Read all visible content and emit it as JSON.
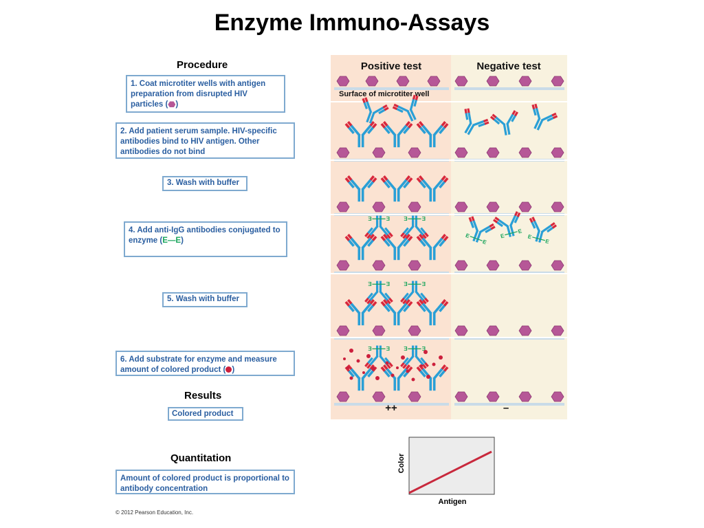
{
  "title": "Enzyme Immuno-Assays",
  "procedure": {
    "heading": "Procedure",
    "steps": [
      {
        "text": "1. Coat microtiter wells with antigen preparation from disrupted HIV particles (",
        "suffix": ")"
      },
      {
        "text": "2. Add patient serum sample. HIV-specific antibodies bind to HIV antigen. Other antibodies do not bind"
      },
      {
        "text": "3. Wash with buffer"
      },
      {
        "text": "4. Add anti-IgG antibodies conjugated to enzyme (",
        "glyph": "E—E",
        "suffix": ")"
      },
      {
        "text": "5. Wash with buffer"
      },
      {
        "text": "6. Add substrate for enzyme and measure amount of colored product (",
        "suffix": ")"
      }
    ]
  },
  "results": {
    "heading": "Results",
    "box": "Colored product"
  },
  "quantitation": {
    "heading": "Quantitation",
    "box": "Amount of colored product is proportional to antibody concentration"
  },
  "panel": {
    "positive_header": "Positive test",
    "negative_header": "Negative test",
    "surface_label": "Surface of microtiter well",
    "positive_result": "++",
    "negative_result": "–",
    "enzyme_label": "E"
  },
  "graph": {
    "xlabel": "Antigen",
    "ylabel": "Color"
  },
  "copyright": "© 2012 Pearson Education, Inc.",
  "colors": {
    "antigen": "#b65797",
    "antibody_blue": "#2a9fd6",
    "antibody_red": "#d8283c",
    "enzyme": "#1aa55c",
    "positive_bg": "#fbe3d2",
    "negative_bg": "#f8f2df",
    "step_border": "#7ea9cf",
    "step_text": "#2a5ea0"
  }
}
